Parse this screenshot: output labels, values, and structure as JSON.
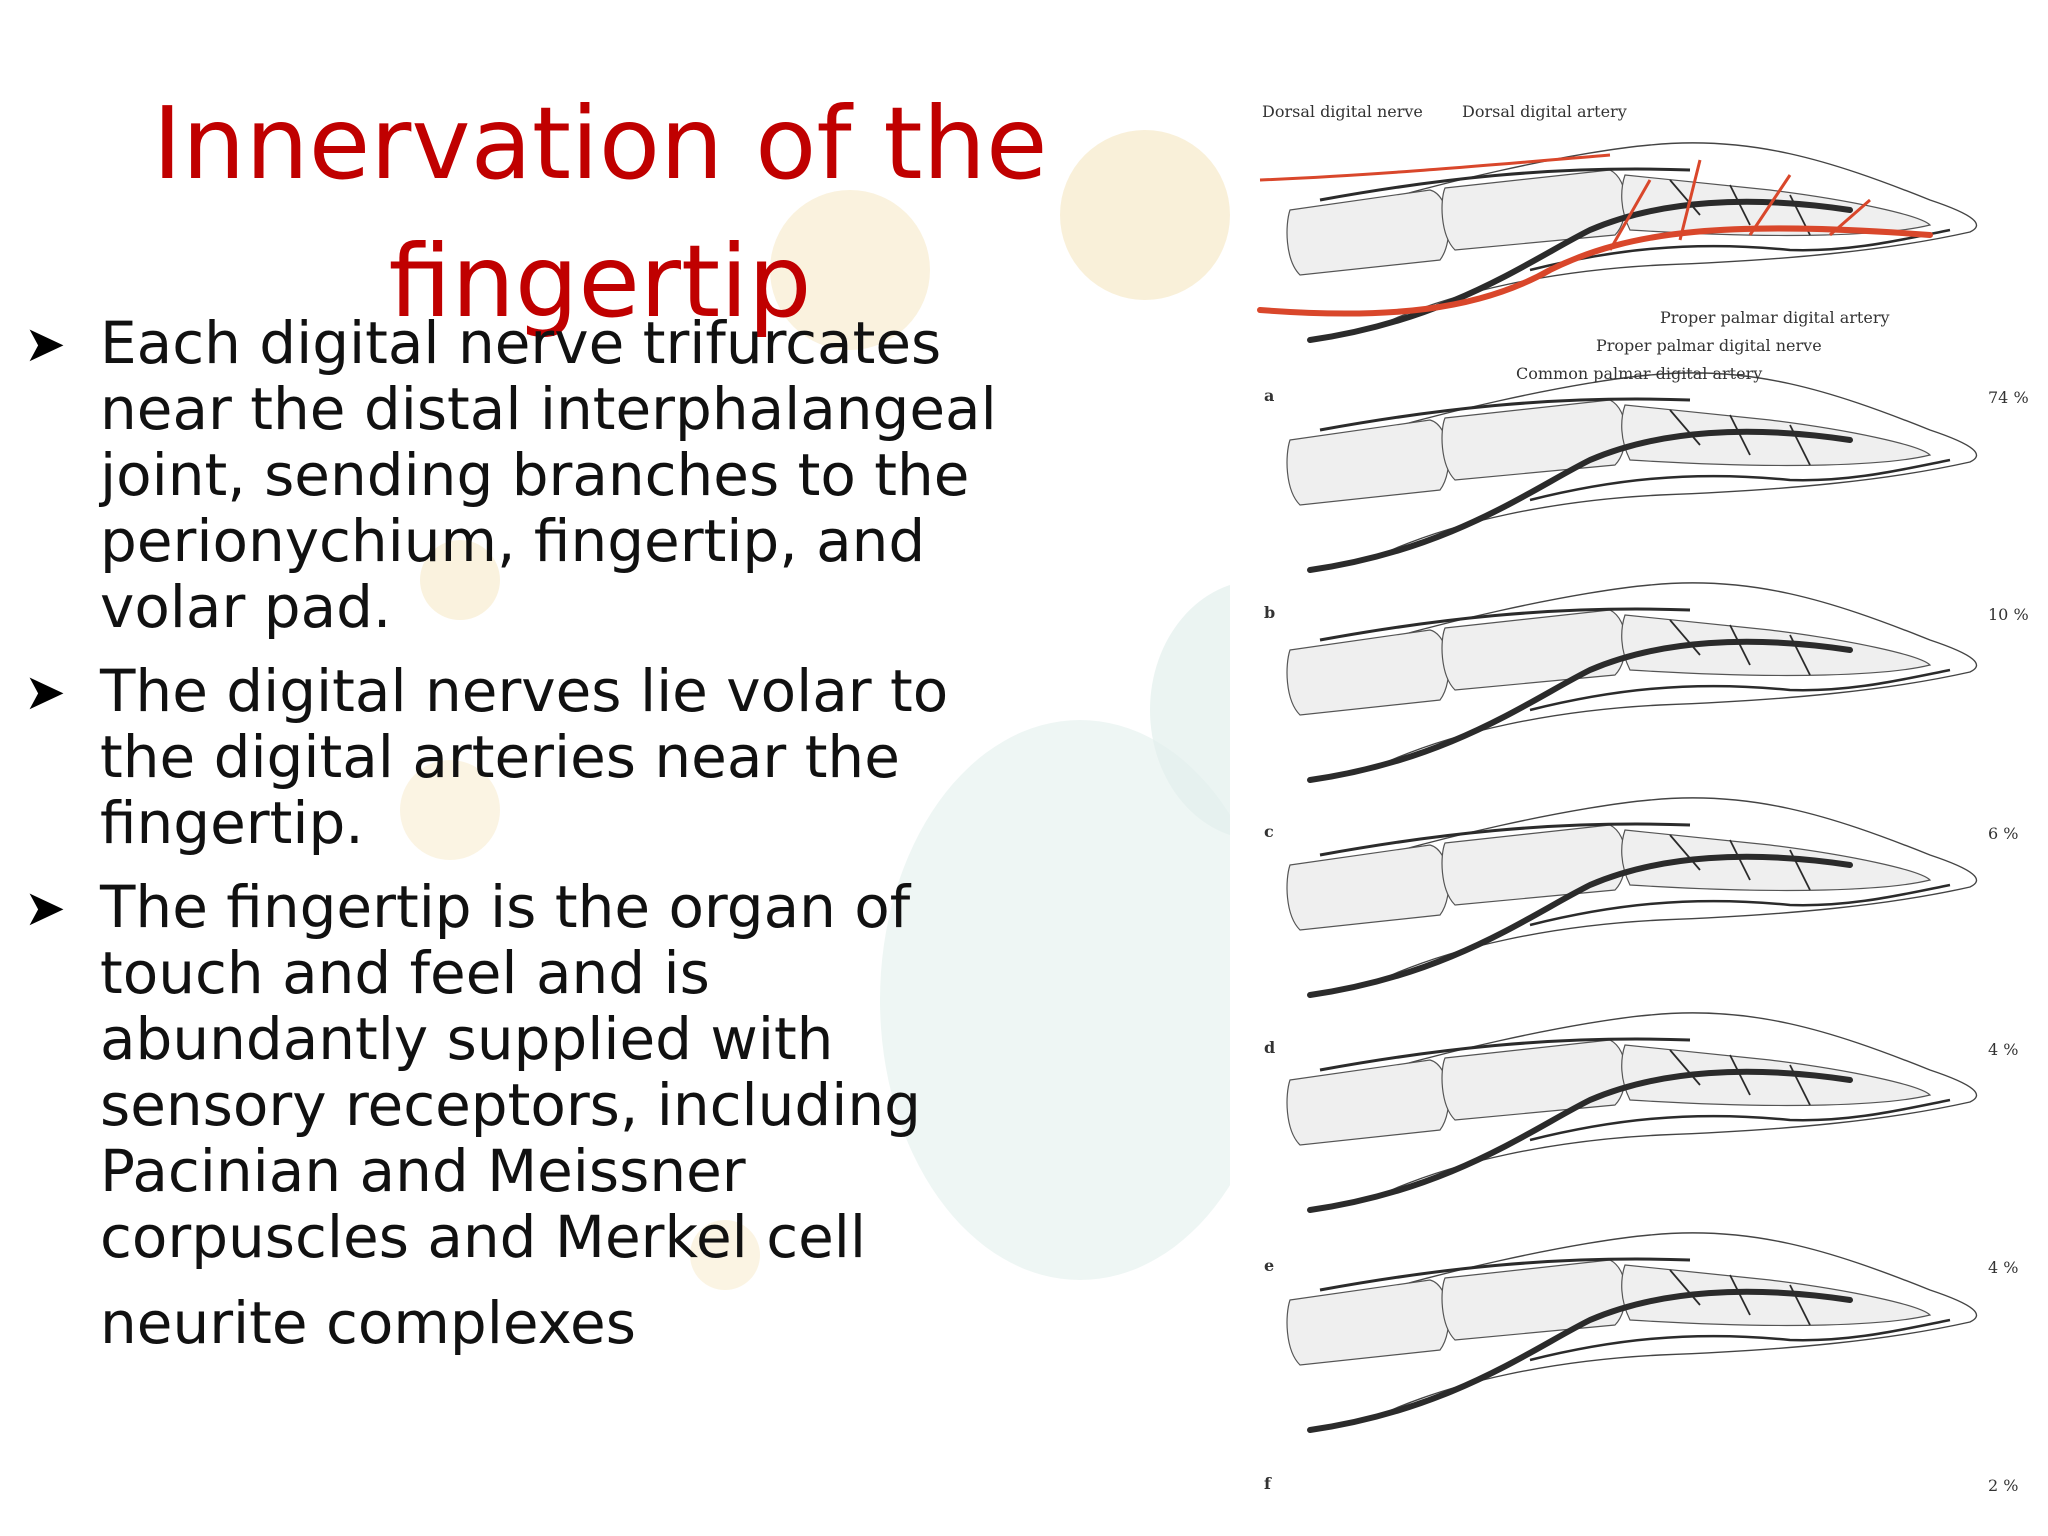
{
  "title": "Innervation of the fingertip",
  "bullets": [
    {
      "icon": "arrow-bullet-icon",
      "text": "Each digital nerve trifurcates near the distal interphalangeal joint, sending branches to the perionychium, fingertip, and volar pad."
    },
    {
      "icon": "arrow-bullet-icon",
      "text": "The digital nerves lie volar to the digital arteries near the fingertip."
    },
    {
      "icon": "arrow-bullet-icon",
      "text": " The fingertip is the organ of touch and feel and is abundantly supplied with sensory receptors, including Pacinian and Meissner corpuscles and Merkel cell",
      "extra": "neurite complexes"
    }
  ],
  "figure": {
    "labels": {
      "dorsal_nerve": "Dorsal digital nerve",
      "dorsal_artery": "Dorsal digital artery",
      "proper_artery": "Proper palmar digital artery",
      "proper_nerve": "Proper palmar digital nerve",
      "common_artery": "Common palmar digital artery"
    },
    "panels": [
      {
        "letter": "a",
        "percent": "74 %"
      },
      {
        "letter": "b",
        "percent": "10 %"
      },
      {
        "letter": "c",
        "percent": "6 %"
      },
      {
        "letter": "d",
        "percent": "4 %"
      },
      {
        "letter": "e",
        "percent": "4 %"
      },
      {
        "letter": "f",
        "percent": "2 %"
      }
    ],
    "colors": {
      "artery": "#d9472b",
      "nerve": "#2b2b2b",
      "bone_fill": "#efefef"
    }
  },
  "colors": {
    "title": "#c00000",
    "deco_yellow": "#f6e7c1",
    "deco_teal": "#d9ece6"
  }
}
